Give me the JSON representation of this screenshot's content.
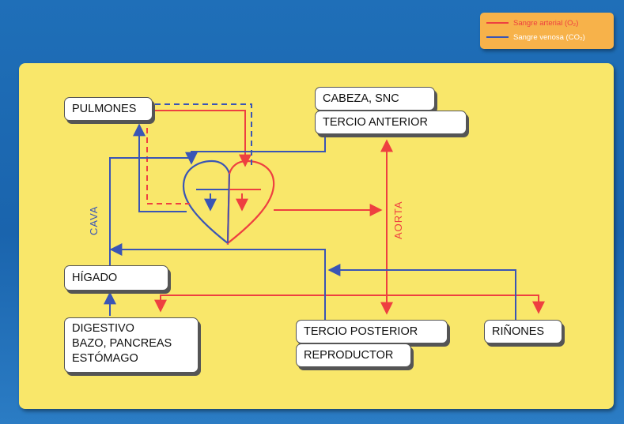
{
  "colors": {
    "arterial": "#ee4040",
    "venous": "#3a55b5",
    "background": "#1f6fb8",
    "panel": "#f9e76a",
    "legend_box": "#f7b24a",
    "heart_fill": "#f9e76a"
  },
  "legend": {
    "arterial_label": "Sangre arterial (O₂)",
    "venous_label": "Sangre venosa (CO₂)"
  },
  "nodes": {
    "pulmones": "PULMONES",
    "cabeza_snc": "CABEZA, SNC",
    "tercio_anterior": "TERCIO ANTERIOR",
    "higado": "HÍGADO",
    "digestivo_lines": [
      "DIGESTIVO",
      "BAZO, PANCREAS",
      "ESTÓMAGO"
    ],
    "tercio_posterior": "TERCIO POSTERIOR",
    "reproductor": "REPRODUCTOR",
    "rinones": "RIÑONES"
  },
  "vessels": {
    "cava": "CAVA",
    "aorta": "AORTA"
  },
  "icons": {
    "heart": "heart-icon"
  }
}
